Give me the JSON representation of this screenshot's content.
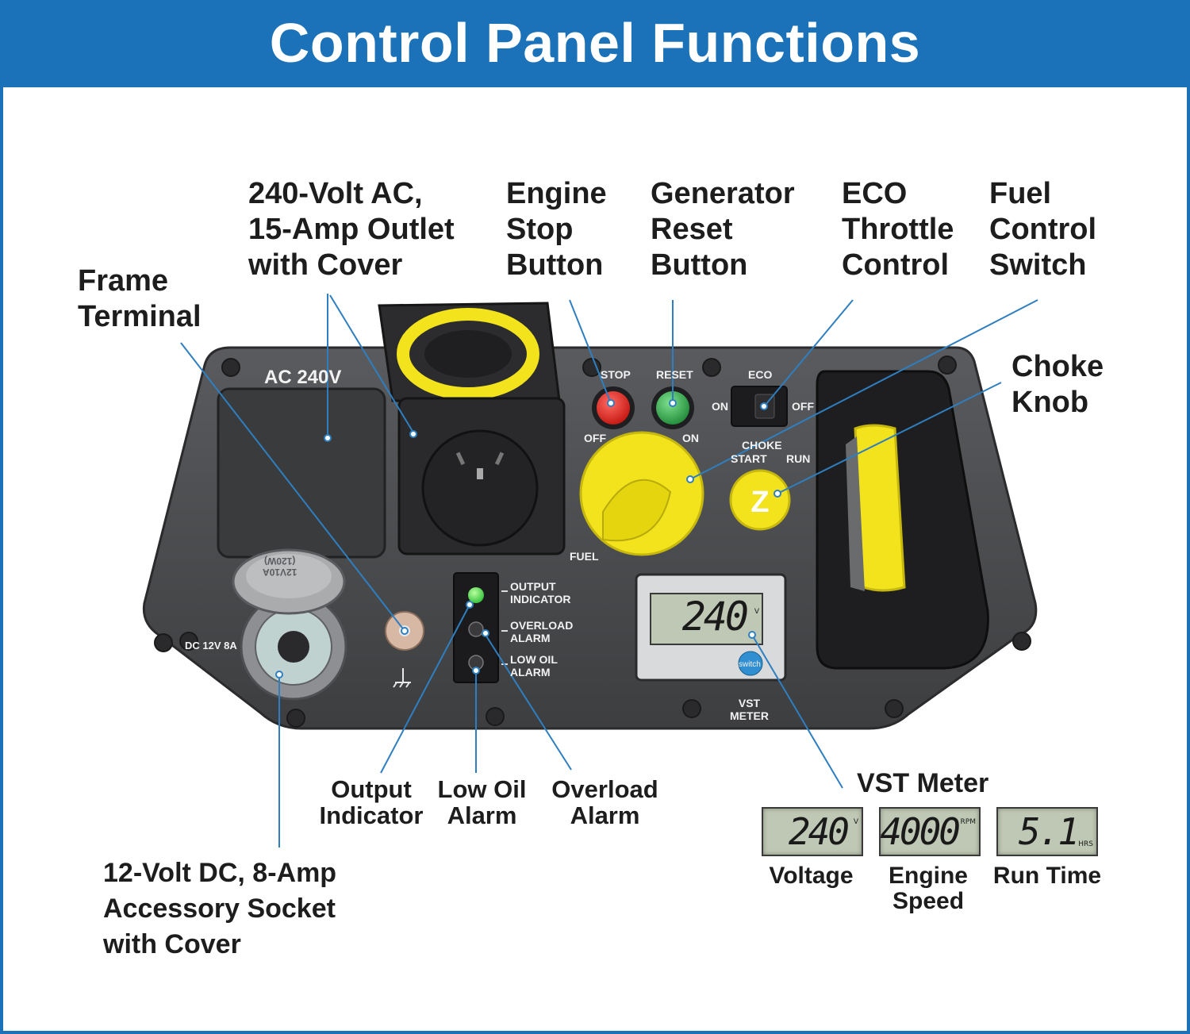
{
  "header": {
    "title": "Control Panel Functions"
  },
  "callouts": {
    "frame_terminal": "Frame\nTerminal",
    "outlet_240v": "240-Volt AC,\n15-Amp Outlet\nwith Cover",
    "engine_stop": "Engine\nStop\nButton",
    "generator_reset": "Generator\nReset\nButton",
    "eco_throttle": "ECO\nThrottle\nControl",
    "fuel_control": "Fuel\nControl\nSwitch",
    "choke_knob": "Choke\nKnob",
    "output_indicator": "Output\nIndicator",
    "low_oil_alarm": "Low Oil\nAlarm",
    "overload_alarm": "Overload\nAlarm",
    "dc_socket": "12-Volt DC, 8-Amp\nAccessory Socket\nwith Cover",
    "vst_meter": "VST Meter"
  },
  "panel_labels": {
    "ac_240v": "AC 240V",
    "stop": "STOP",
    "reset": "RESET",
    "eco": "ECO",
    "eco_on": "ON",
    "eco_off": "OFF",
    "fuel_off": "OFF",
    "fuel_on": "ON",
    "fuel": "FUEL",
    "choke": "CHOKE",
    "choke_start": "START",
    "choke_run": "RUN",
    "output_indicator": "OUTPUT\nINDICATOR",
    "overload_alarm": "OVERLOAD\nALARM",
    "low_oil_alarm": "LOW OIL\nALARM",
    "dc_12v_8a": "DC 12V 8A",
    "vst_meter": "VST\nMETER",
    "switch_button": "switch",
    "socket_cap": "12V10A\n(120W)"
  },
  "meter_main": {
    "value": "240",
    "unit": "V"
  },
  "vst_displays": [
    {
      "value": "240",
      "unit": "V",
      "label": "Voltage"
    },
    {
      "value": "4000",
      "unit": "RPM",
      "label": "Engine\nSpeed"
    },
    {
      "value": "5.1",
      "unit": "HRS",
      "label": "Run Time"
    }
  ],
  "colors": {
    "brand_blue": "#1b72b8",
    "panel_gray": "#4a4b4d",
    "stop_red": "#e32b26",
    "reset_green": "#2fa84a",
    "yellow": "#f2e31d",
    "leader_blue": "#2f7fc0",
    "lcd_green": "#bfc8b4"
  }
}
